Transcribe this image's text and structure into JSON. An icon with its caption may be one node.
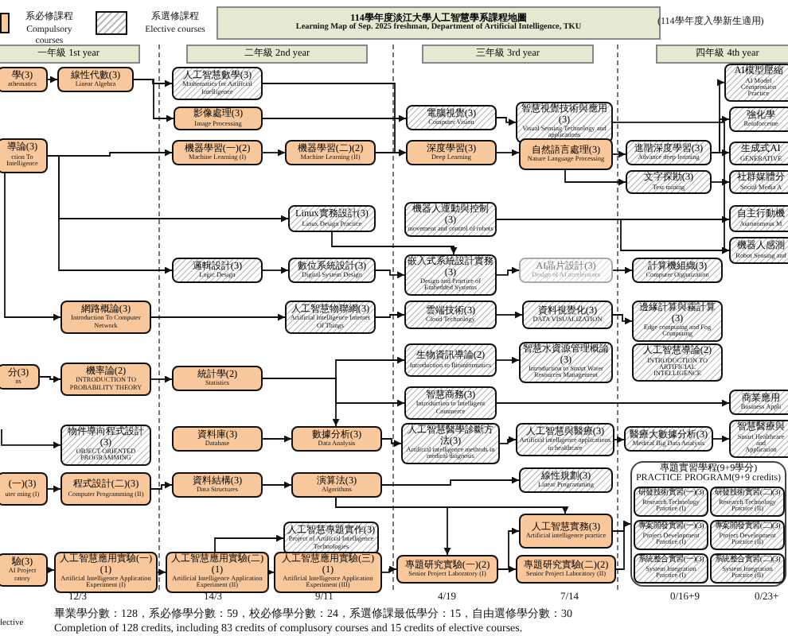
{
  "diagram": {
    "nodes": [
      {
        "text": [
          "114學年度淡江大學人工智慧學系課程地圖",
          "Learning Map of Sep. 2025 freshman, Department of Artificial Intelligence, TKU"
        ]
      },
      {
        "text": [
          "一年級 1st year"
        ]
      },
      {
        "text": [
          "二年級 2nd year"
        ]
      },
      {
        "text": [
          "三年級 3rd year"
        ]
      },
      {
        "text": [
          "四年級 4th year"
        ]
      },
      {
        "text": [
          "學(3)",
          "athematics"
        ]
      },
      {
        "text": [
          "線性代數(3)",
          "Linear Algebra"
        ]
      },
      {
        "text": [
          "人工智慧數學(3)",
          "Mathematics for Artificial Intelligence"
        ]
      },
      {
        "text": [
          "影像處理(3)",
          "Image Processing"
        ]
      },
      {
        "text": [
          "電腦視覺(3)",
          "Computer Vision"
        ]
      },
      {
        "text": [
          "智慧視覺技術與應用(3)",
          "Visual Sensing Technology and applications"
        ]
      },
      {
        "text": [
          "AI模型壓縮",
          "AI Model Compression",
          "Practice"
        ]
      },
      {
        "text": [
          "強化學",
          "Reinforceme"
        ]
      },
      {
        "text": [
          "導論(3)",
          "ction To Intelligence"
        ]
      },
      {
        "text": [
          "機器學習(一)(2)",
          "Machine Learning (I)"
        ]
      },
      {
        "text": [
          "機器學習(二)(2)",
          "Machine Learning (II)"
        ]
      },
      {
        "text": [
          "深度學習(3)",
          "Deep Learning"
        ]
      },
      {
        "text": [
          "自然語言處理(3)",
          "Nature Language Processing"
        ]
      },
      {
        "text": [
          "進階深度學習(3)",
          "Advance deep learning"
        ]
      },
      {
        "text": [
          "生成式AI",
          "GENERATIVE"
        ]
      },
      {
        "text": [
          "文字探勘(3)",
          "Text mining"
        ]
      },
      {
        "text": [
          "社群媒體分",
          "Social Media A"
        ]
      },
      {
        "text": [
          "Linux實務設計(3)",
          "Linux Design Practice"
        ]
      },
      {
        "text": [
          "機器人運動與控制(3)",
          "movement and control of robots"
        ]
      },
      {
        "text": [
          "自主行動機",
          "Autonomous M"
        ]
      },
      {
        "text": [
          "機器人感測",
          "Robot Sensing and"
        ]
      },
      {
        "text": [
          "邏輯設計(3)",
          "Logic Design"
        ]
      },
      {
        "text": [
          "數位系統設計(3)",
          "Digital System Design"
        ]
      },
      {
        "text": [
          "嵌入式系統設計實務(3)",
          "Design and Practice of Embedded Systems"
        ]
      },
      {
        "text": [
          "AI晶片設計(3)",
          "Design of AI accelerators"
        ]
      },
      {
        "text": [
          "計算機組織(3)",
          "Computer Organization"
        ]
      },
      {
        "text": [
          "網路概論(3)",
          "Introduction To Computer Network"
        ]
      },
      {
        "text": [
          "人工智慧物聯網(3)",
          "Artificial Intelligence Internet Of Things"
        ]
      },
      {
        "text": [
          "雲端技術(3)",
          "Cloud Technology"
        ]
      },
      {
        "text": [
          "資料視覺化(3)",
          "DATA VISUALIZATION"
        ]
      },
      {
        "text": [
          "邊緣計算與霧計算(3)",
          "Edge computing and Fog Computing"
        ]
      },
      {
        "text": [
          "分(3)",
          "ns"
        ]
      },
      {
        "text": [
          "機率論(2)",
          "INTRODUCTION TO PROBABILITY THEORY"
        ]
      },
      {
        "text": [
          "統計學(2)",
          "Statistics"
        ]
      },
      {
        "text": [
          "生物資訊導論(2)",
          "Introduction to Bioinformatics"
        ]
      },
      {
        "text": [
          "智慧水資源管理概論(3)",
          "Introduction to Smart Water Resources Management"
        ]
      },
      {
        "text": [
          "人工智慧導論(2)",
          "INTRODUCTION TO ARTIFICIAL INTELLIGENCE"
        ]
      },
      {
        "text": [
          "智慧商務(3)",
          "Introduction to Intelligent Commerce"
        ]
      },
      {
        "text": [
          "商業應用",
          "Business Appli"
        ]
      },
      {
        "text": [
          "物件導向程式設計(3)",
          "OBJECT ORIENTED PROGRAMMING"
        ]
      },
      {
        "text": [
          "資料庫(3)",
          "Database"
        ]
      },
      {
        "text": [
          "數據分析(3)",
          "Data Analysis"
        ]
      },
      {
        "text": [
          "人工智慧醫學診斷方法(3)",
          "Artificial intelligence methods in medical diagnosis"
        ]
      },
      {
        "text": [
          "人工智慧與醫療(3)",
          "Artificial intelligence applications in healthcare"
        ]
      },
      {
        "text": [
          "醫療大數據分析(3)",
          "Medical Big Data Analysis"
        ]
      },
      {
        "text": [
          "智慧醫療與",
          "Smart Healthcare and",
          "Application"
        ]
      },
      {
        "text": [
          "(一)(3)",
          "uter ming (I)"
        ]
      },
      {
        "text": [
          "程式設計(二)(3)",
          "Computer Programming (II)"
        ]
      },
      {
        "text": [
          "資料結構(3)",
          "Data Structures"
        ]
      },
      {
        "text": [
          "演算法(3)",
          "Algorithms"
        ]
      },
      {
        "text": [
          "線性規劃(3)",
          "Linear Programming"
        ]
      },
      {
        "text": [
          "人工智慧專題實作(3)",
          "Project of Artificial Intelligence Technologies"
        ]
      },
      {
        "text": [
          "人工智慧實務(3)",
          "Artificial intelligence practice"
        ]
      },
      {
        "text": [
          "驗(3)",
          "AI Project ratory"
        ]
      },
      {
        "text": [
          "人工智慧應用實驗(一)(1)",
          "Artificial Intelligence Application Experiment (I)"
        ]
      },
      {
        "text": [
          "人工智慧應用實驗(二)(1)",
          "Artificial Intelligence Application Experiment (II)"
        ]
      },
      {
        "text": [
          "人工智慧應用實驗(三)(1)",
          "Artificial Intelligence Application Experiment (III)"
        ]
      },
      {
        "text": [
          "專題研究實驗(一)(2)",
          "Senior Project Laboratory (I)"
        ]
      },
      {
        "text": [
          "專題研究實驗(二)(2)",
          "Senior Project Laboratory (II)"
        ]
      },
      {
        "text": [
          "專題實習學程(9+9學分)",
          "PRACTICE PROGRAM(9+9 credits)"
        ]
      },
      {
        "text": [
          "研發技術實習(一)(3)",
          "Research Technology Practice (I)"
        ],
        "in": 64
      },
      {
        "text": [
          "研發技術實習(二)(3)",
          "Research Technology Practice (II)"
        ],
        "in": 64
      },
      {
        "text": [
          "專案開發實習(一)(3)",
          "Project Development Practice (I)"
        ],
        "in": 64
      },
      {
        "text": [
          "專案開發實習(二)(3)",
          "Project Development Practice (II)"
        ],
        "in": 64
      },
      {
        "text": [
          "系統整合實習(一)(3)",
          "System Integration Practice (I)"
        ],
        "in": 64
      },
      {
        "text": [
          "系統整合實習(二)(3)",
          "System Integration Practice (II)"
        ],
        "in": 64
      }
    ],
    "edges": [
      {
        "from": 5,
        "to": 6,
        "arrow": "to"
      },
      {
        "from": 6,
        "to": 7,
        "arrow": "to"
      },
      {
        "from": 6,
        "to": 8,
        "arrow": "to"
      },
      {
        "from": 7,
        "to": 16,
        "arrow": "to"
      },
      {
        "from": 8,
        "to": 9,
        "arrow": "to"
      },
      {
        "from": 9,
        "to": 10,
        "arrow": "to"
      },
      {
        "from": 10,
        "to": 25,
        "arrow": "to"
      },
      {
        "from": 13,
        "to": 14,
        "arrow": "to"
      },
      {
        "from": 13,
        "to": 22,
        "arrow": "to"
      },
      {
        "from": 13,
        "to": 26,
        "arrow": "to"
      },
      {
        "from": 13,
        "to": 31,
        "arrow": "to"
      },
      {
        "from": 14,
        "to": 15,
        "arrow": "to"
      },
      {
        "from": 15,
        "to": 16,
        "arrow": "to"
      },
      {
        "from": 16,
        "to": 17,
        "arrow": "to"
      },
      {
        "from": 17,
        "to": 18,
        "arrow": "to"
      },
      {
        "from": 17,
        "to": 20,
        "arrow": "to"
      },
      {
        "from": 18,
        "to": 11,
        "arrow": "to"
      },
      {
        "from": 18,
        "to": 12,
        "arrow": "to"
      },
      {
        "from": 18,
        "to": 19,
        "arrow": "to"
      },
      {
        "from": 20,
        "to": 21,
        "arrow": "to"
      },
      {
        "from": 22,
        "to": 28,
        "arrow": "to"
      },
      {
        "from": 23,
        "to": 24,
        "arrow": "to"
      },
      {
        "from": 23,
        "to": 25,
        "arrow": "to"
      },
      {
        "from": 26,
        "to": 27,
        "arrow": "to"
      },
      {
        "from": 27,
        "to": 28,
        "arrow": "to"
      },
      {
        "from": 28,
        "to": 29,
        "arrow": "to"
      },
      {
        "from": 29,
        "to": 30,
        "arrow": "to"
      },
      {
        "from": 31,
        "to": 32,
        "arrow": "to"
      },
      {
        "from": 32,
        "to": 33,
        "arrow": "to"
      },
      {
        "from": 33,
        "to": 34,
        "arrow": "to"
      },
      {
        "from": 34,
        "to": 35,
        "arrow": "to"
      },
      {
        "from": 36,
        "to": 37,
        "arrow": "to"
      },
      {
        "from": 37,
        "to": 38,
        "arrow": "to"
      },
      {
        "from": 38,
        "to": 39,
        "arrow": "to"
      },
      {
        "from": 38,
        "to": 42,
        "arrow": "to"
      },
      {
        "from": 38,
        "to": 46,
        "arrow": "to"
      },
      {
        "from": 39,
        "to": 40,
        "arrow": "to"
      },
      {
        "from": 42,
        "to": 43,
        "arrow": "to"
      },
      {
        "from": null,
        "to": 44,
        "arrow": "to"
      },
      {
        "from": 45,
        "to": 46,
        "arrow": "to"
      },
      {
        "from": 46,
        "to": 47,
        "arrow": "to"
      },
      {
        "from": 47,
        "to": 48,
        "arrow": "to"
      },
      {
        "from": 48,
        "to": 49,
        "arrow": "to"
      },
      {
        "from": 49,
        "to": 50,
        "arrow": "to"
      },
      {
        "from": 51,
        "to": 52,
        "arrow": "to"
      },
      {
        "from": 52,
        "to": 53,
        "arrow": "to"
      },
      {
        "from": 53,
        "to": 54,
        "arrow": "to"
      },
      {
        "from": 54,
        "to": 55,
        "arrow": "to"
      },
      {
        "from": 54,
        "to": 62,
        "arrow": "to"
      },
      {
        "from": 54,
        "to": 57,
        "arrow": "to"
      },
      {
        "from": 58,
        "to": 59,
        "arrow": "to"
      },
      {
        "from": 59,
        "to": 60,
        "arrow": "to"
      },
      {
        "from": 60,
        "to": 61,
        "arrow": "to"
      },
      {
        "from": 61,
        "to": 62,
        "arrow": "to"
      },
      {
        "from": 60,
        "to": 56,
        "arrow": "to"
      },
      {
        "from": 62,
        "to": 57,
        "arrow": "to"
      },
      {
        "from": 62,
        "to": 63,
        "arrow": "to"
      },
      {
        "from": 57,
        "to": 64,
        "arrow": "to"
      },
      {
        "from": 63,
        "to": 64,
        "arrow": "to"
      }
    ],
    "labels": [
      "(114學年度入學新生適用)",
      "12/3",
      "14/3",
      "9/11",
      "4/19",
      "7/14",
      "0/16+9",
      "0/23+",
      "lective",
      "畢業學分數：128，系必修學分數：59，校必修學分數：24，系選修課最低學分：15，自由選修學分數：30",
      "Completion of 128 credits, including 83 credits of complusory courses and 15 credits of elective courses."
    ],
    "legend": [
      {
        "text": "系必修課程 Compulsory courses",
        "color": "#f8c79b"
      },
      {
        "text": "系選修課程 Elective courses"
      }
    ]
  }
}
